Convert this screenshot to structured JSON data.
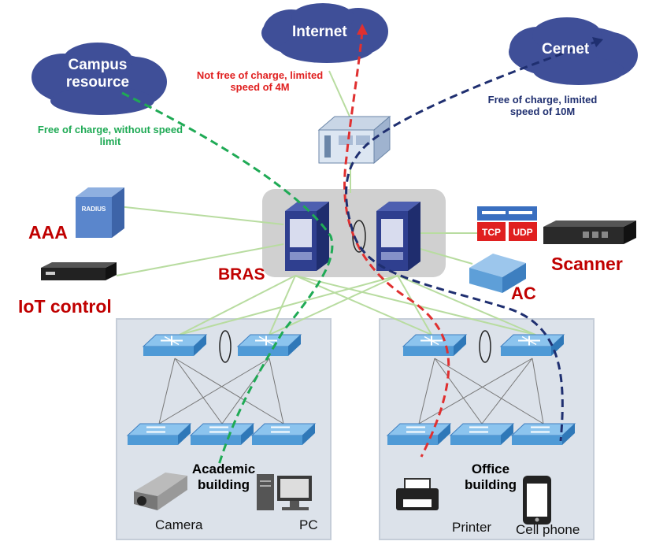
{
  "colors": {
    "cloud": "#3f4f98",
    "building_panel": "#dce2ea",
    "switch": "#4f9ad6",
    "server": "#2f3f8f",
    "free_path": "#1faa55",
    "paid_path": "#e03030",
    "cernet_path": "#1f2f70",
    "link": "#b8dca0",
    "label_red": "#c00000"
  },
  "clouds": {
    "internet": "Internet",
    "cernet": "Cernet",
    "campus": "Campus resource"
  },
  "notes": {
    "internet": "Not free of charge, limited speed of 4M",
    "cernet": "Free of charge, limited speed of 10M",
    "campus": "Free of charge, without speed limit"
  },
  "devices": {
    "aaa": "AAA",
    "radius_badge": "RADIUS",
    "iot": "IoT control",
    "bras": "BRAS",
    "scanner": "Scanner",
    "ac": "AC",
    "tcp": "TCP",
    "udp": "UDP"
  },
  "buildings": {
    "academic": {
      "name": "Academic building",
      "items": [
        "Camera",
        "PC"
      ]
    },
    "office": {
      "name": "Office building",
      "items": [
        "Printer",
        "Cell phone"
      ]
    }
  }
}
